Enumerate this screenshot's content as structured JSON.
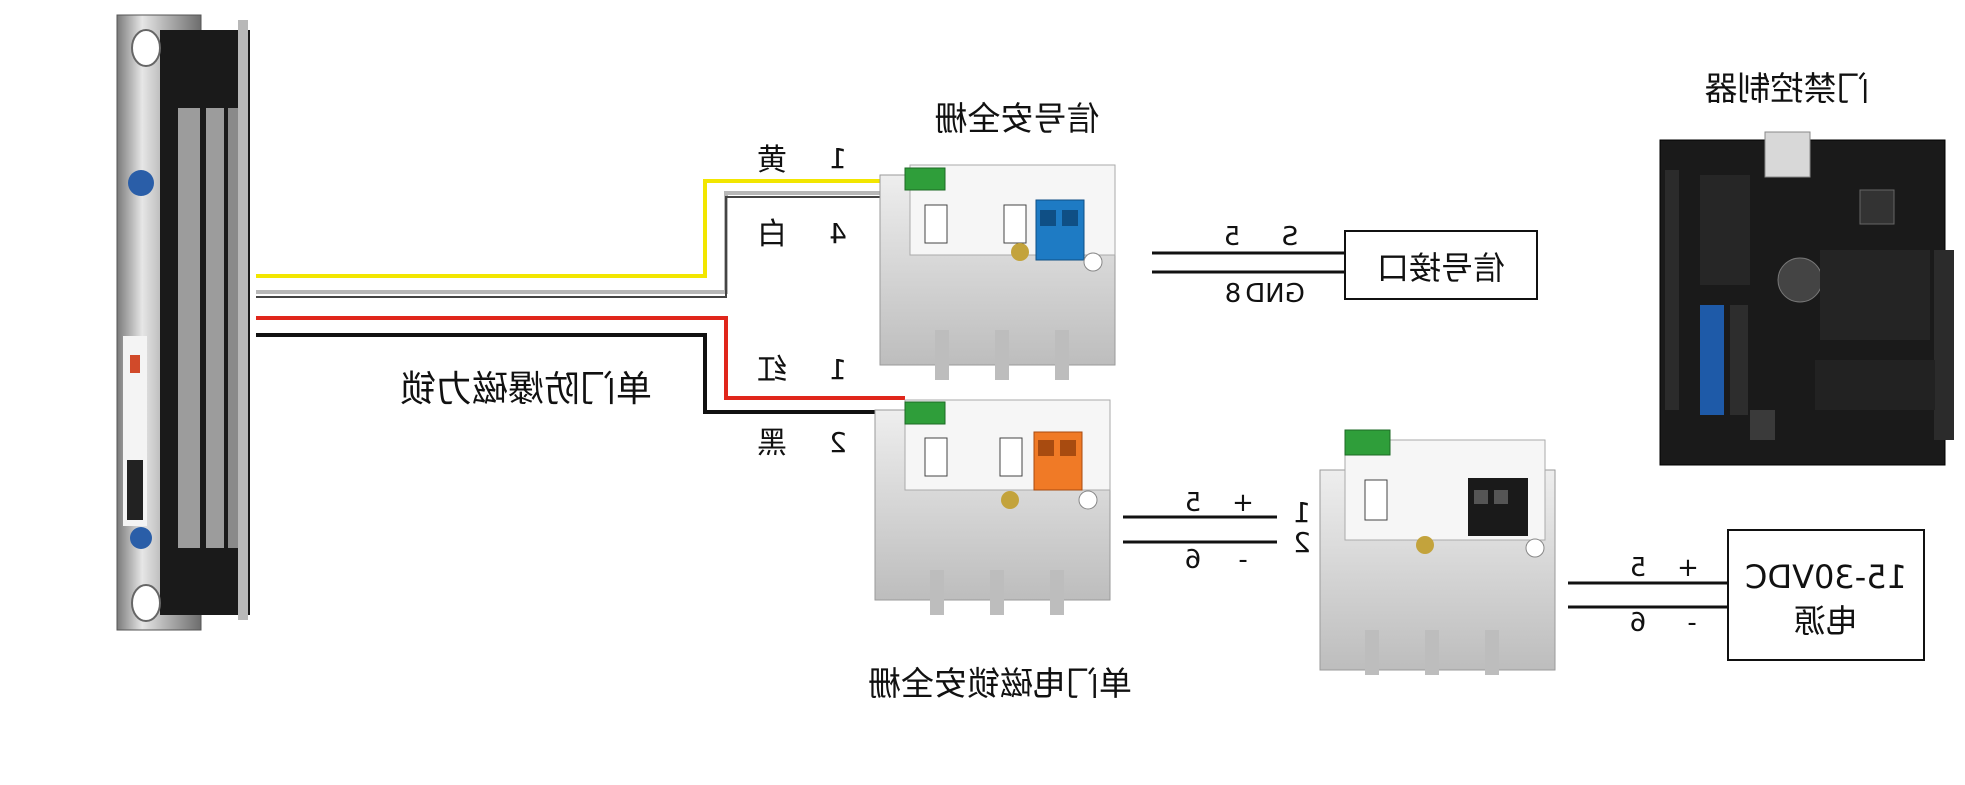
{
  "labels": {
    "lock_name": "单门防爆磁力锁",
    "signal_barrier_title": "信号安全栅",
    "lock_barrier_title": "单门电磁锁安全栅",
    "controller_title": "门禁控制器",
    "signal_interface": "信号接口",
    "power_supply_line1": "15-30VDC",
    "power_supply_line2": "电源"
  },
  "lock_wires": [
    {
      "color_name": "黄",
      "terminal": "1",
      "color": "#f2e600"
    },
    {
      "color_name": "白",
      "terminal": "4",
      "color": "#c8c8c8"
    },
    {
      "color_name": "红",
      "terminal": "1",
      "color": "#e0261b"
    },
    {
      "color_name": "黑",
      "terminal": "2",
      "color": "#111111"
    }
  ],
  "signal_connection": {
    "s_label": "S",
    "s_terminal": "5",
    "gnd_label": "GND",
    "gnd_terminal": "8"
  },
  "lock_barrier_output": {
    "plus_sign": "+",
    "plus_terminal": "5",
    "plus_target": "1",
    "minus_sign": "-",
    "minus_terminal": "6",
    "minus_target": "2"
  },
  "power_connection": {
    "plus_sign": "+",
    "plus_terminal": "5",
    "minus_sign": "-",
    "minus_terminal": "6"
  },
  "colors": {
    "wire_yellow": "#f2e600",
    "wire_red": "#e0261b",
    "wire_black": "#111111",
    "terminal_blue": "#1e7bc4",
    "terminal_orange": "#f07a26",
    "terminal_green": "#2f9e3a",
    "pcb": "#1a1a1a"
  }
}
